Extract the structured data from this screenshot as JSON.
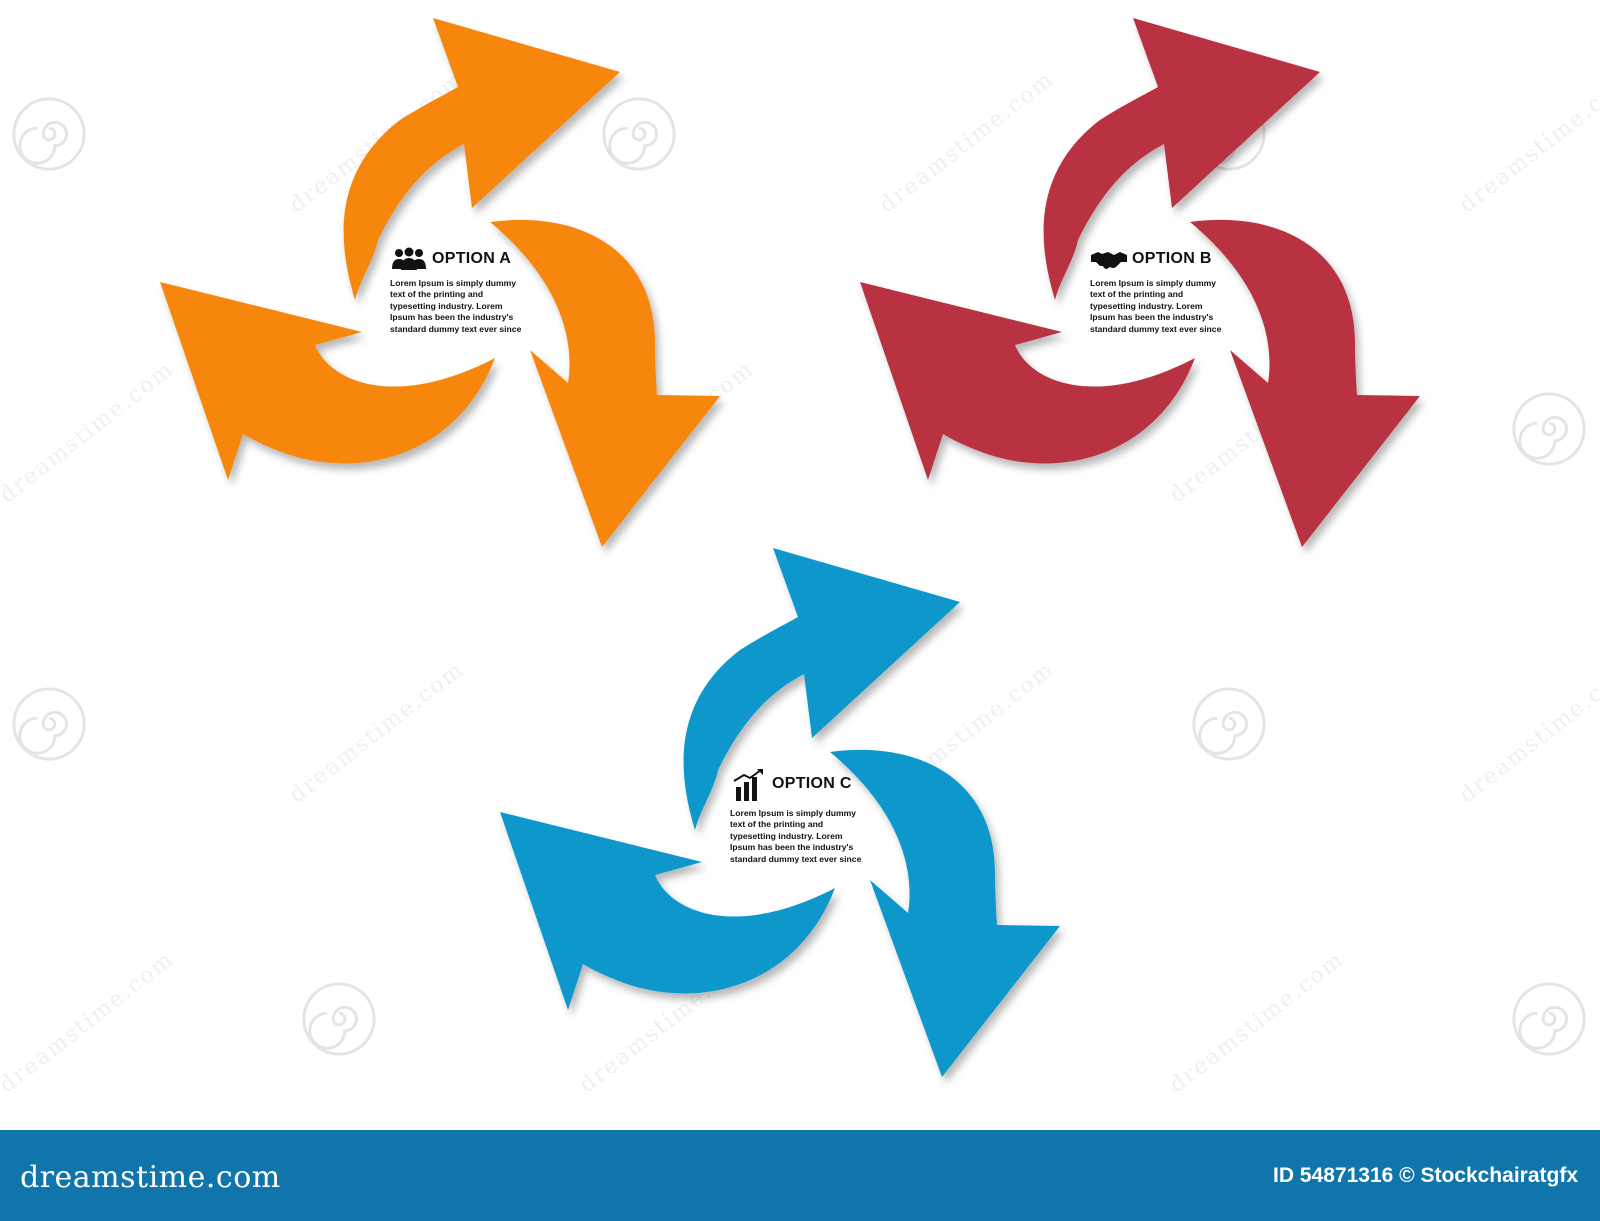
{
  "watermark": {
    "logo_text": "dreamstime.com"
  },
  "cycles": [
    {
      "id": "a",
      "color": "#f7860f",
      "title": "OPTION A",
      "icon": "people-group-icon",
      "body_lines": [
        "Lorem Ipsum is simply dummy",
        "text of the printing and",
        "typesetting industry. Lorem",
        "Ipsum has been the industry's",
        "standard dummy text ever since"
      ]
    },
    {
      "id": "b",
      "color": "#b93343",
      "title": "OPTION B",
      "icon": "handshake-icon",
      "body_lines": [
        "Lorem Ipsum is simply dummy",
        "text of the printing and",
        "typesetting industry. Lorem",
        "Ipsum has been the industry's",
        "standard dummy text ever since"
      ]
    },
    {
      "id": "c",
      "color": "#0f97cb",
      "title": "OPTION C",
      "icon": "growth-chart-icon",
      "body_lines": [
        "Lorem Ipsum is simply dummy",
        "text of the printing and",
        "typesetting industry. Lorem",
        "Ipsum has been the industry's",
        "standard dummy text ever since"
      ]
    }
  ],
  "footer": {
    "logo_text": "dreamstime.com",
    "credit": "ID 54871316 © Stockchairatgfx",
    "bar_color": "#0f75ab"
  }
}
